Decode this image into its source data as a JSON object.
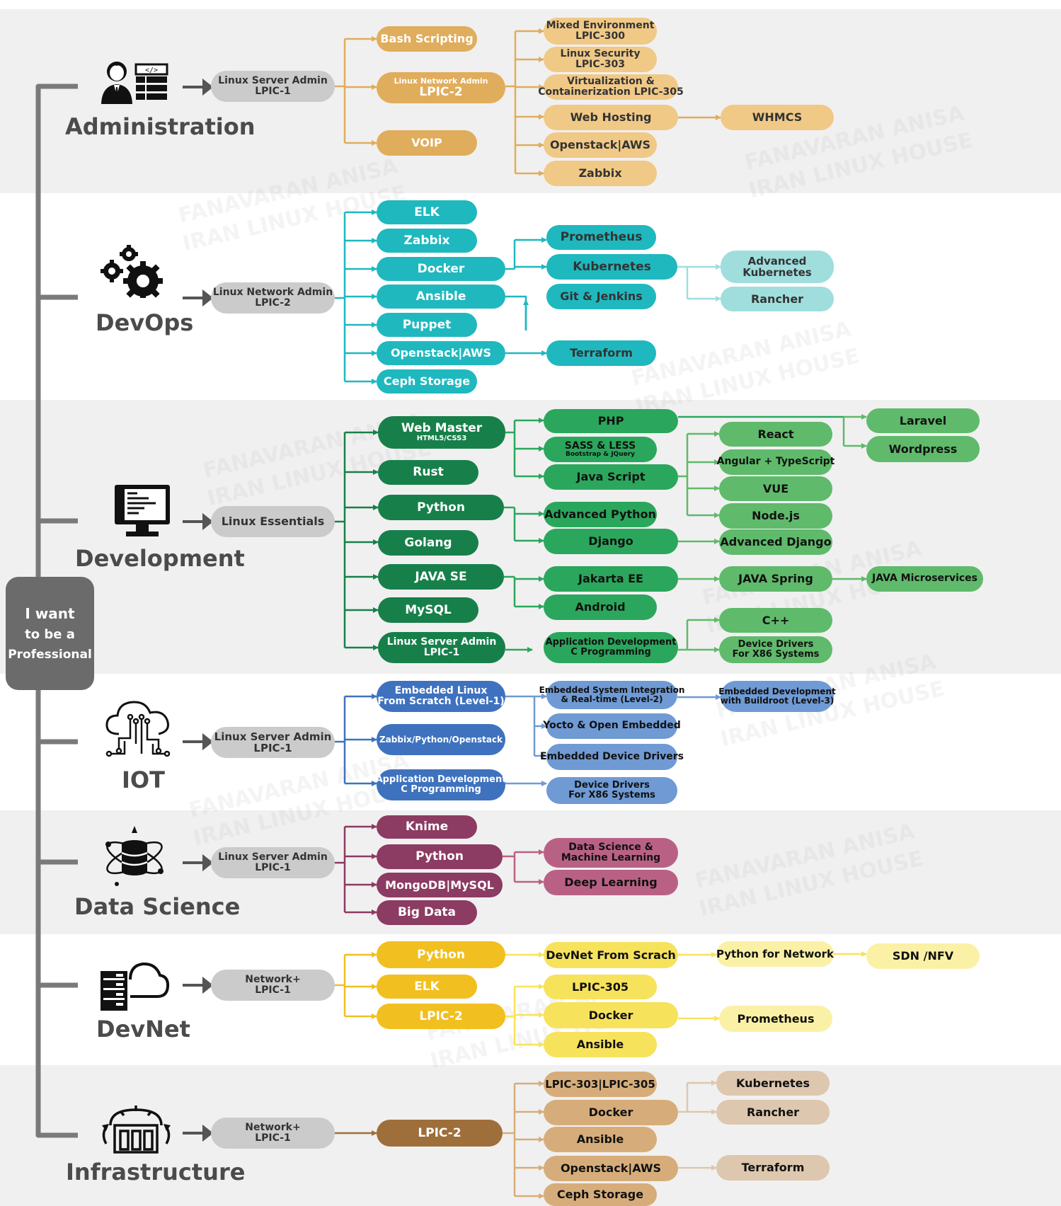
{
  "root": {
    "line1": "I want",
    "line2": "to be a",
    "line3": "Professional"
  },
  "watermark": {
    "line1": "FANAVARAN ANISA",
    "line2": "IRAN LINUX HOUSE"
  },
  "sections": {
    "admin": {
      "title": "Administration",
      "color": "#e0ad5c",
      "light": "#f0c987",
      "entry": [
        "Linux Server Admin",
        "LPIC-1"
      ],
      "bash": "Bash Scripting",
      "lpic2_sub": "Linux Network Admin",
      "lpic2": "LPIC-2",
      "voip": "VOIP",
      "mixed": [
        "Mixed Environment",
        "LPIC-300"
      ],
      "security": [
        "Linux Security",
        "LPIC-303"
      ],
      "virt": [
        "Virtualization &",
        "Containerization LPIC-305"
      ],
      "webhosting": "Web Hosting",
      "openstack": "Openstack|AWS",
      "zabbix": "Zabbix",
      "whmcs": "WHMCS"
    },
    "devops": {
      "title": "DevOps",
      "color": "#1fb8bf",
      "light": "#9fdedd",
      "entry": [
        "Linux Network Admin",
        "LPIC-2"
      ],
      "elk": "ELK",
      "zabbix": "Zabbix",
      "docker": "Docker",
      "ansible": "Ansible",
      "puppet": "Puppet",
      "openstack": "Openstack|AWS",
      "ceph": "Ceph Storage",
      "prometheus": "Prometheus",
      "kubernetes": "Kubernetes",
      "git": "Git & Jenkins",
      "terraform": "Terraform",
      "adv_k8s": [
        "Advanced",
        "Kubernetes"
      ],
      "rancher": "Rancher"
    },
    "dev": {
      "title": "Development",
      "dark": "#17804a",
      "mid": "#2aa75c",
      "light": "#5fba6b",
      "entry": "Linux Essentials",
      "webmaster": "Web Master",
      "webmaster_sub": "HTML5/CSS3",
      "rust": "Rust",
      "python": "Python",
      "golang": "Golang",
      "javase": "JAVA SE",
      "mysql": "MySQL",
      "lsa": [
        "Linux Server Admin",
        "LPIC-1"
      ],
      "php": "PHP",
      "sass": "SASS & LESS",
      "sass_sub": "Bootstrap & JQuery",
      "js": "Java Script",
      "advpython": "Advanced Python",
      "django": "Django",
      "jakarta": "Jakarta EE",
      "android": "Android",
      "appdev": [
        "Application Development",
        "C Programming"
      ],
      "react": "React",
      "angular": "Angular + TypeScript",
      "vue": "VUE",
      "node": "Node.js",
      "advdjango": "Advanced Django",
      "spring": "JAVA Spring",
      "cpp": "C++",
      "drivers": [
        "Device Drivers",
        "For X86 Systems"
      ],
      "laravel": "Laravel",
      "wordpress": "Wordpress",
      "micro": "JAVA Microservices"
    },
    "iot": {
      "title": "IOT",
      "color": "#3f72be",
      "light": "#6f9ad4",
      "entry": [
        "Linux Server Admin",
        "LPIC-1"
      ],
      "embedded": [
        "Embedded Linux",
        "From Scratch (Level-1)"
      ],
      "zpo": "Zabbix/Python/Openstack",
      "appdev": [
        "Application Development",
        "C Programming"
      ],
      "esi": [
        "Embedded System Integration",
        "& Real-time (Level-2)"
      ],
      "yocto": "Yocto & Open Embedded",
      "edd": "Embedded Device Drivers",
      "drivers": [
        "Device Drivers",
        "For X86 Systems"
      ],
      "buildroot": [
        "Embedded Development",
        "with Buildroot (Level-3)"
      ]
    },
    "ds": {
      "title": "Data Science",
      "color": "#8c3b62",
      "light": "#b96185",
      "entry": [
        "Linux Server Admin",
        "LPIC-1"
      ],
      "knime": "Knime",
      "python": "Python",
      "mongo": "MongoDB|MySQL",
      "bigdata": "Big Data",
      "dsml": [
        "Data Science &",
        "Machine Learning"
      ],
      "deep": "Deep Learning"
    },
    "devnet": {
      "title": "DevNet",
      "color": "#f1bf20",
      "mid": "#f7e25c",
      "light": "#fbf1a6",
      "entry": [
        "Network+",
        "LPIC-1"
      ],
      "python": "Python",
      "elk": "ELK",
      "lpic2": "LPIC-2",
      "scratch": "DevNet From Scrach",
      "lpic305": "LPIC-305",
      "docker": "Docker",
      "ansible": "Ansible",
      "pynet": "Python for Network",
      "sdn": "SDN /NFV",
      "prometheus": "Prometheus"
    },
    "infra": {
      "title": "Infrastructure",
      "dark": "#9e6f3a",
      "color": "#d6ad7a",
      "light": "#ddc7ae",
      "entry": [
        "Network+",
        "LPIC-1"
      ],
      "lpic2": "LPIC-2",
      "lpic303": "LPIC-303|LPIC-305",
      "docker": "Docker",
      "ansible": "Ansible",
      "openstack": "Openstack|AWS",
      "ceph": "Ceph Storage",
      "kubernetes": "Kubernetes",
      "rancher": "Rancher",
      "terraform": "Terraform"
    }
  },
  "colors": {
    "grey_band": "#f1f0f0",
    "entry_pill": "#cbcbcb",
    "spine": "#7a7a7a",
    "arrow": "#555555"
  }
}
